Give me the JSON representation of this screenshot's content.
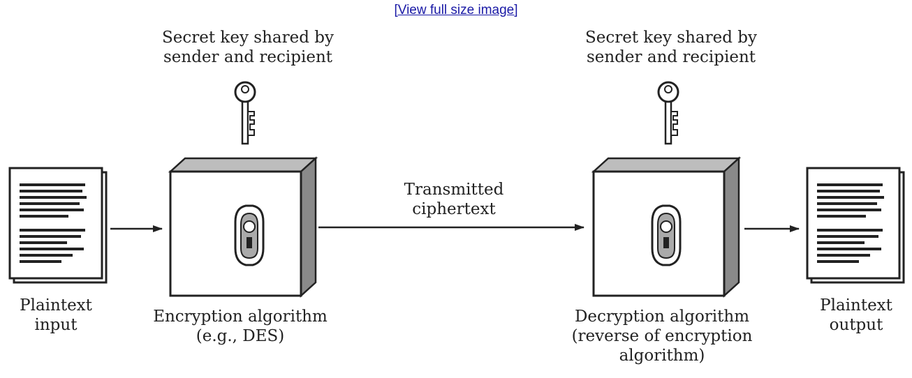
{
  "link": {
    "view_full": "[View full size image]"
  },
  "key_caption": {
    "line1": "Secret key shared by",
    "line2": "sender and recipient"
  },
  "transmitted": {
    "line1": "Transmitted",
    "line2": "ciphertext"
  },
  "plaintext_input": {
    "line1": "Plaintext",
    "line2": "input"
  },
  "encryption": {
    "line1": "Encryption algorithm",
    "line2": "(e.g., DES)"
  },
  "decryption": {
    "line1": "Decryption algorithm",
    "line2": "(reverse of encryption",
    "line3": "algorithm)"
  },
  "plaintext_output": {
    "line1": "Plaintext",
    "line2": "output"
  }
}
